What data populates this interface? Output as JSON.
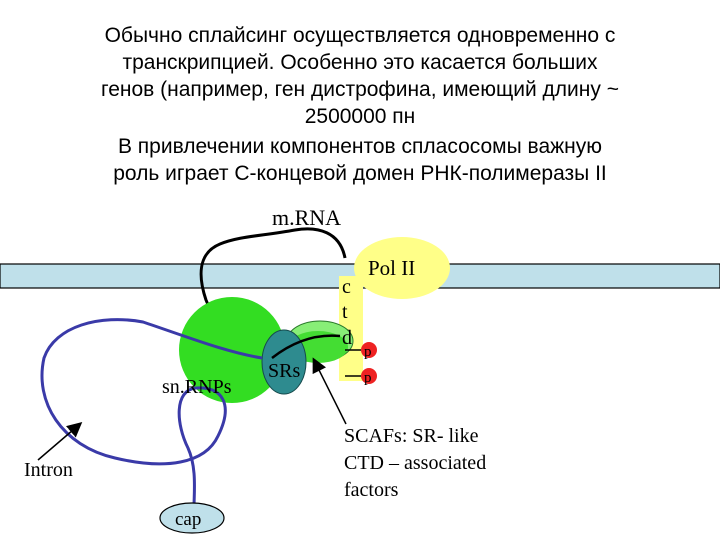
{
  "title": {
    "lines": [
      "Обычно сплайсинг осуществляется одновременно с",
      "транскрипцией. Особенно это касается больших",
      "генов (например, ген дистрофина, имеющий длину ~",
      "2500000 пн",
      "В привлечении компонентов спласосомы важную",
      "роль играет С-концевой домен РНК-полимеразы II"
    ]
  },
  "diagram": {
    "mrna_label": "m.RNA",
    "pol_label": "Pol II",
    "ctd_letters": [
      "c",
      "t",
      "d"
    ],
    "phospho": [
      "p",
      "p"
    ],
    "srs_label": "SRs",
    "snrnps_label": "sn.RNPs",
    "intron_label": "Intron",
    "cap_label": "cap",
    "scafs_lines": [
      "SCAFs: SR- like",
      "CTD – associated",
      "factors"
    ],
    "colors": {
      "band": "#bfe0ea",
      "pol": "#ffff88",
      "snrnp": "#33dd22",
      "srs": "#2e8b8f",
      "ctd_blob": "#88ee77",
      "phospho": "#ee2222",
      "intron": "#3a3aa8",
      "mrna": "#000000"
    }
  }
}
